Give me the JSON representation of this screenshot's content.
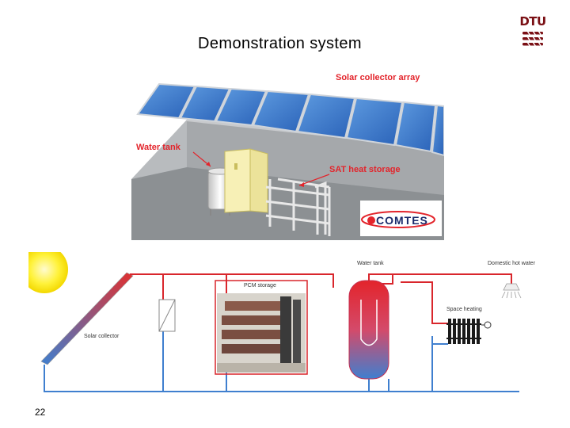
{
  "slide": {
    "title": "Demonstration system",
    "number": "22",
    "logo_text": "DTU"
  },
  "render_callouts": {
    "solar_collector_array": "Solar collector array",
    "water_tank": "Water tank",
    "sat_heat_storage": "SAT heat storage"
  },
  "comtes_logo_text": "COMTES",
  "schematic_labels": {
    "water_tank": "Water tank",
    "domestic_hot_water": "Domestic hot water",
    "pcm_storage": "PCM storage",
    "space_heating": "Space heating",
    "solar_collector": "Solar collector"
  },
  "colors": {
    "hot_pipe": "#d9262c",
    "cold_pipe": "#3f7fcf",
    "logo_red": "#7a0f14",
    "callout_red": "#e3242b"
  }
}
